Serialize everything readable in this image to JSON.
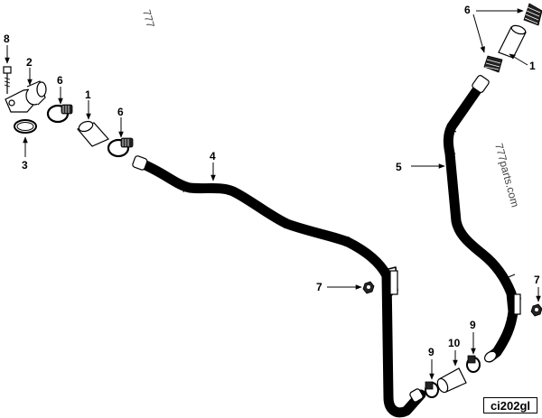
{
  "diagram": {
    "id_label": "ci202gl",
    "watermark": "777parts.com",
    "watermark_top": "777",
    "callouts": {
      "c8": "8",
      "c2": "2",
      "c3": "3",
      "c6a": "6",
      "c1a": "1",
      "c6b": "6",
      "c4": "4",
      "c5": "5",
      "c6c": "6",
      "c1b": "1",
      "c7a": "7",
      "c7b": "7",
      "c9a": "9",
      "c9b": "9",
      "c10": "10"
    }
  }
}
